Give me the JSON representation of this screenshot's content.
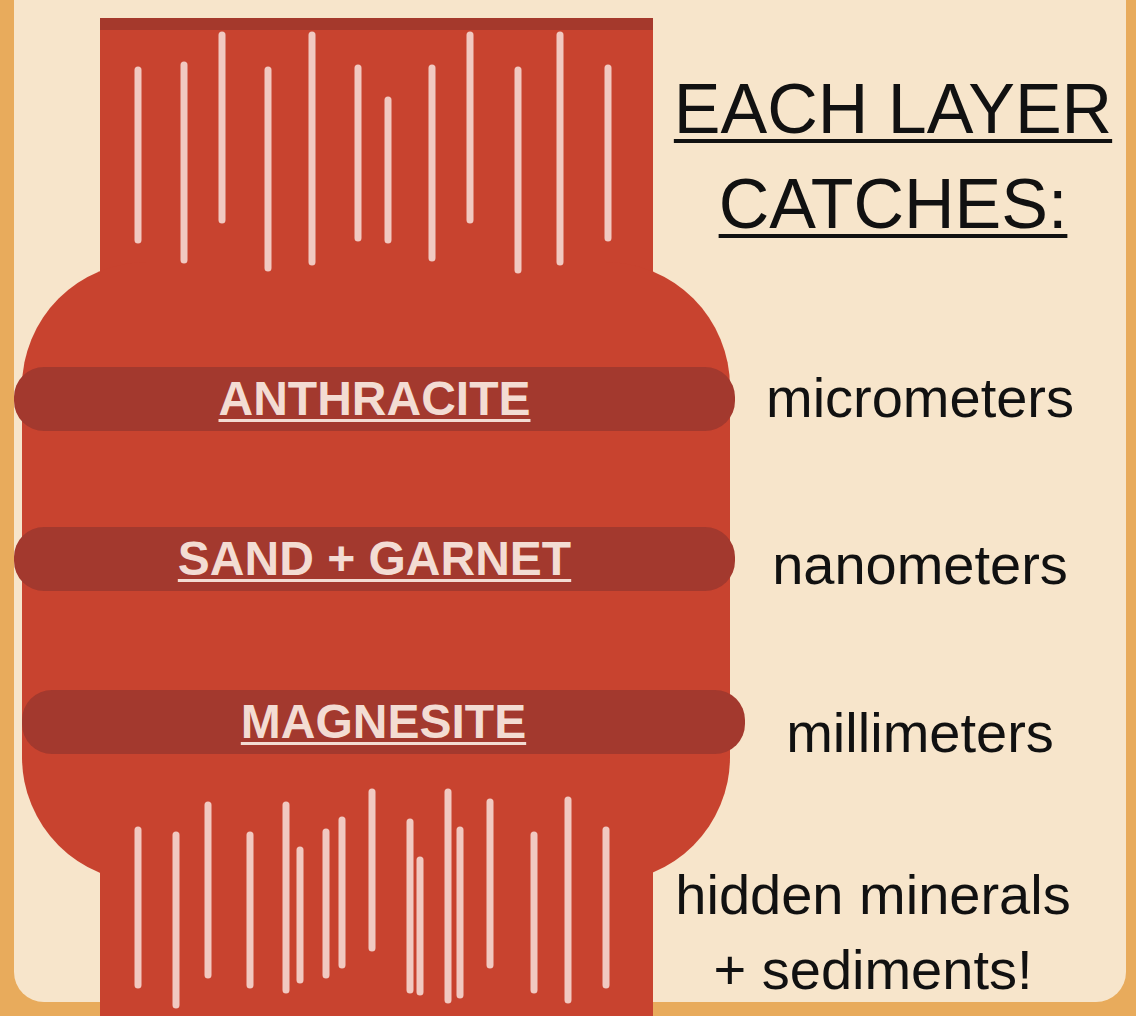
{
  "diagram": {
    "title": "EACH LAYER CATCHES:",
    "nodes": [
      {
        "text": [
          "ANTHRACITE"
        ]
      },
      {
        "text": [
          "SAND + GARNET"
        ]
      },
      {
        "text": [
          "MAGNESITE"
        ]
      }
    ],
    "labels": [
      "micrometers",
      "nanometers",
      "millimeters",
      "hidden minerals + sediments!"
    ]
  }
}
